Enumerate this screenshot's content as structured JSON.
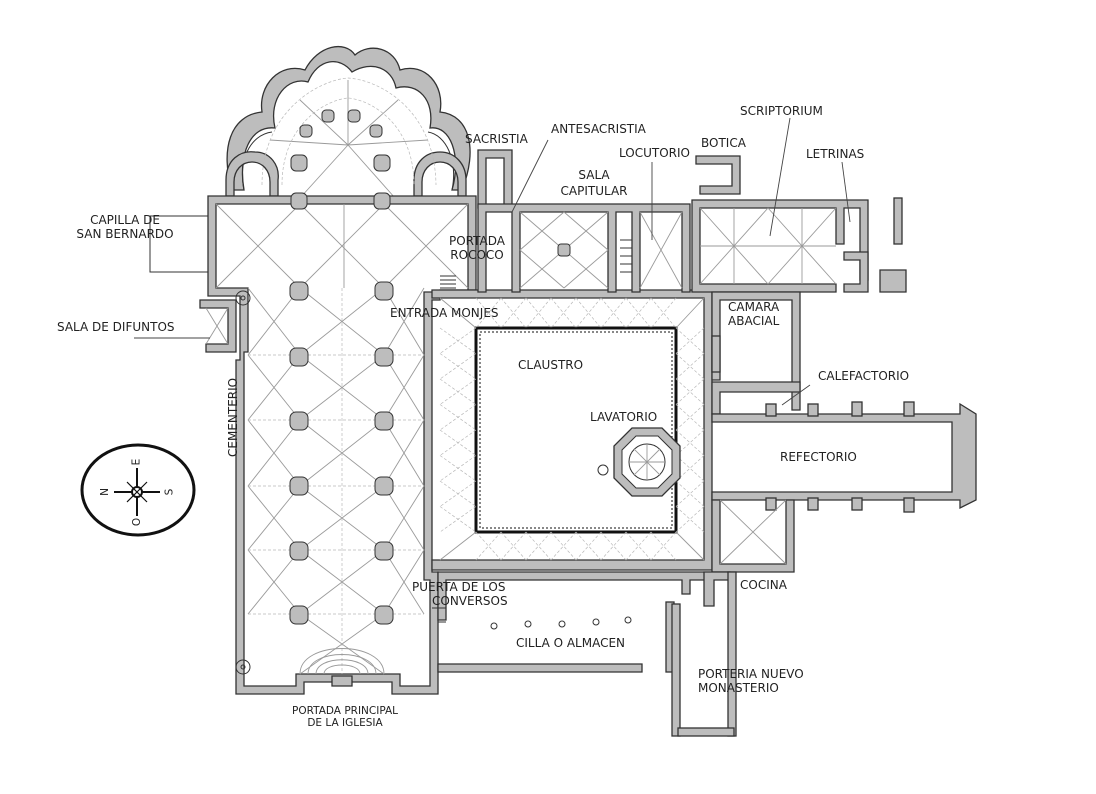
{
  "labels": {
    "sacristia": "SACRISTIA",
    "antesacristia": "ANTESACRISTIA",
    "sala_capitular": [
      "SALA",
      "CAPITULAR"
    ],
    "locutorio": "LOCUTORIO",
    "botica": "BOTICA",
    "scriptorium": "SCRIPTORIUM",
    "letrinas": "LETRINAS",
    "capilla_san_bernardo": [
      "CAPILLA DE",
      "SAN BERNARDO"
    ],
    "portada_rococo": [
      "PORTADA",
      "ROCOCO"
    ],
    "entrada_monjes": "ENTRADA MONJES",
    "camara_abacial": [
      "CAMARA",
      "ABACIAL"
    ],
    "sala_de_difuntos": "SALA DE DIFUNTOS",
    "claustro": "CLAUSTRO",
    "calefactorio": "CALEFACTORIO",
    "cementerio": "CEMENTERIO",
    "lavatorio": "LAVATORIO",
    "refectorio": "REFECTORIO",
    "puerta_conversos": [
      "PUERTA DE LOS",
      "CONVERSOS"
    ],
    "cocina": "COCINA",
    "cilla": "CILLA O ALMACEN",
    "porteria": [
      "PORTERIA NUEVO",
      "MONASTERIO"
    ],
    "portada_principal": [
      "PORTADA PRINCIPAL",
      "DE LA IGLESIA"
    ]
  },
  "compass": {
    "n": "N",
    "s": "S",
    "e": "E",
    "o": "O"
  }
}
